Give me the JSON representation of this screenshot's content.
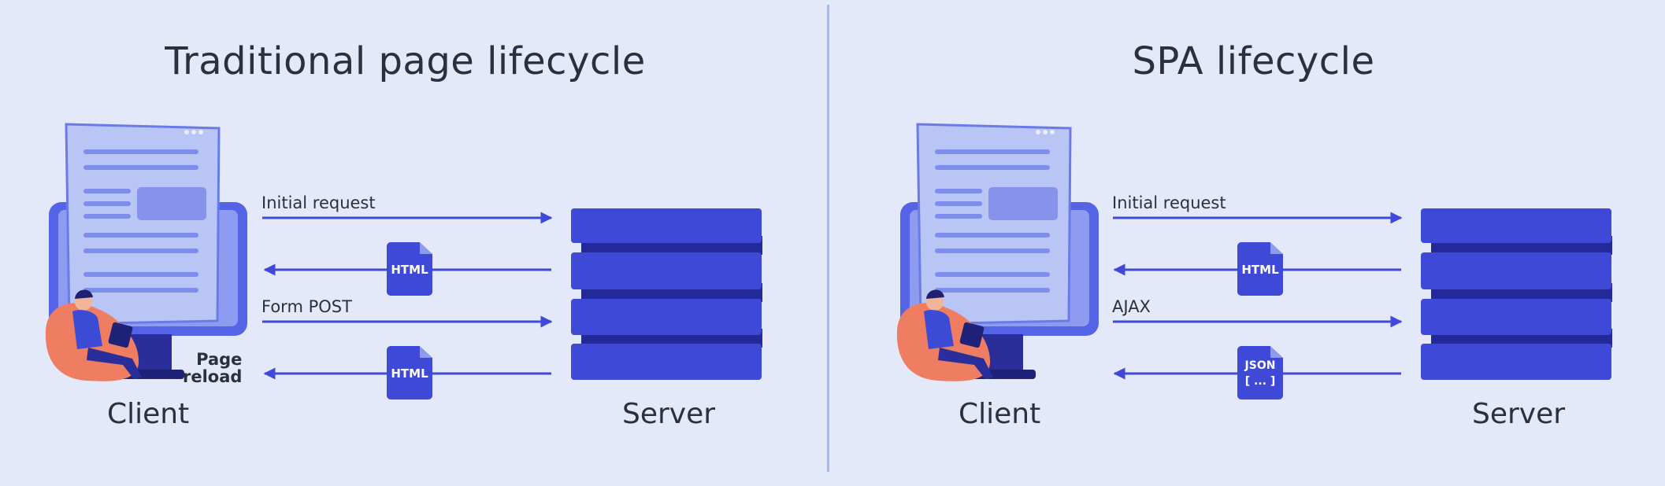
{
  "panels": [
    {
      "title": "Traditional page lifecycle",
      "client_label": "Client",
      "server_label": "Server",
      "arrows": [
        {
          "label": "Initial request",
          "direction": "to-server"
        },
        {
          "badge": "HTML",
          "direction": "to-client"
        },
        {
          "label": "Form POST",
          "direction": "to-server"
        },
        {
          "badge": "HTML",
          "direction": "to-client",
          "side_label": "Page\nreload"
        }
      ]
    },
    {
      "title": "SPA lifecycle",
      "client_label": "Client",
      "server_label": "Server",
      "arrows": [
        {
          "label": "Initial request",
          "direction": "to-server"
        },
        {
          "badge": "HTML",
          "direction": "to-client"
        },
        {
          "label": "AJAX",
          "direction": "to-server"
        },
        {
          "badge": "JSON\n[ ... ]",
          "direction": "to-client"
        }
      ]
    }
  ],
  "colors": {
    "background": "#e3e9f8",
    "accent": "#3f49d8",
    "server_dark": "#24299a",
    "monitor": "#5563e6",
    "document": "#b9c6f5",
    "chair": "#ee7d62",
    "text": "#2d2f3b"
  },
  "icons": [
    "monitor-icon",
    "document-icon",
    "person-on-beanbag-icon",
    "server-stack-icon",
    "html-file-icon",
    "json-file-icon"
  ]
}
